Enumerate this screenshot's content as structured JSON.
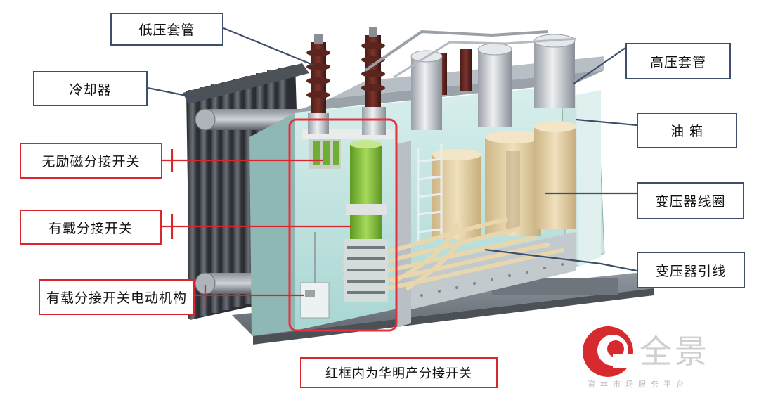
{
  "labels": {
    "low_voltage_bushing": "低压套管",
    "cooler": "冷却器",
    "off_circuit_tap_changer": "无励磁分接开关",
    "on_load_tap_changer": "有载分接开关",
    "motor_drive_mechanism": "有载分接开关电动机构",
    "high_voltage_bushing": "高压套管",
    "oil_tank": "油 箱",
    "transformer_winding": "变压器线圈",
    "transformer_lead": "变压器引线",
    "caption": "红框内为华明产分接开关"
  },
  "watermark": {
    "brand": "全景",
    "tagline": "资本市场服务平台"
  },
  "colors": {
    "callout_blue": "#3d4f6b",
    "callout_red": "#d9262d",
    "highlight_box": "#e8303a",
    "winding": "#e6d3a8",
    "tap_changer_green": "#86c23a",
    "tank_interior": "#bfe3e0",
    "watermark_red": "#d72a2e"
  }
}
